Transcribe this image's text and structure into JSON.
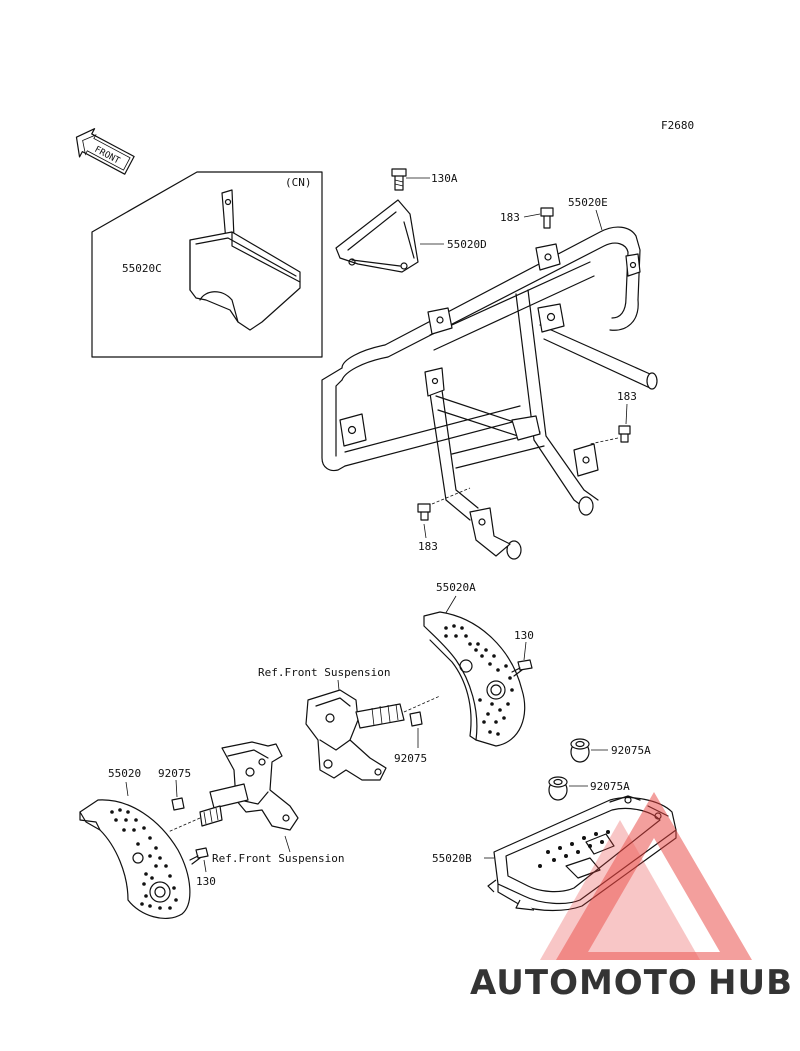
{
  "diagram": {
    "code": "F2680",
    "front_arrow_label": "FRONT",
    "variant_label": "(CN)",
    "parts": {
      "p_130A": "130A",
      "p_55020D": "55020D",
      "p_183_top": "183",
      "p_55020E": "55020E",
      "p_55020C": "55020C",
      "p_183_right": "183",
      "p_183_bottom": "183",
      "p_55020A": "55020A",
      "p_130_right": "130",
      "p_92075_mid": "92075",
      "p_92075A_1": "92075A",
      "p_92075A_2": "92075A",
      "p_55020": "55020",
      "p_92075_left": "92075",
      "p_130_left": "130",
      "p_55020B": "55020B"
    },
    "ref_front_suspension_1": "Ref.Front Suspension",
    "ref_front_suspension_2": "Ref.Front Suspension"
  },
  "watermark": {
    "part1": "AUTOMOTO",
    "part2": "HUB",
    "color_accent": "#f4a45c",
    "color_dark": "#6b6b6b",
    "triangle_color": "#e8433f"
  }
}
